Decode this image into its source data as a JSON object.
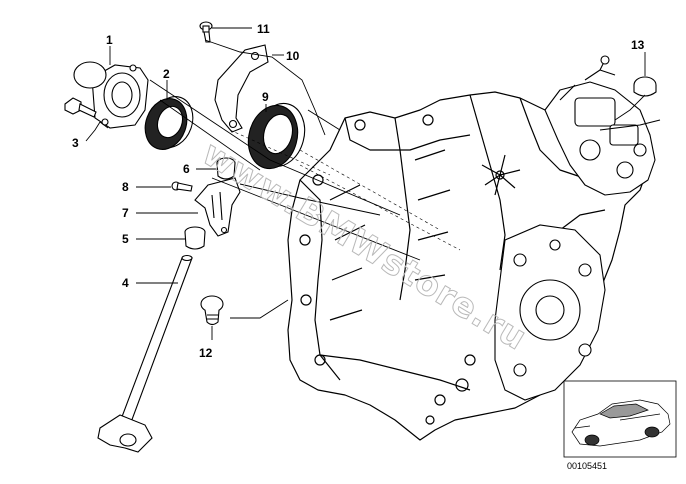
{
  "diagram": {
    "part_callouts": [
      "1",
      "2",
      "3",
      "4",
      "5",
      "6",
      "7",
      "8",
      "9",
      "10",
      "11",
      "12",
      "13"
    ],
    "watermark": "www.BMWstore.ru",
    "reference_number": "00105451"
  }
}
